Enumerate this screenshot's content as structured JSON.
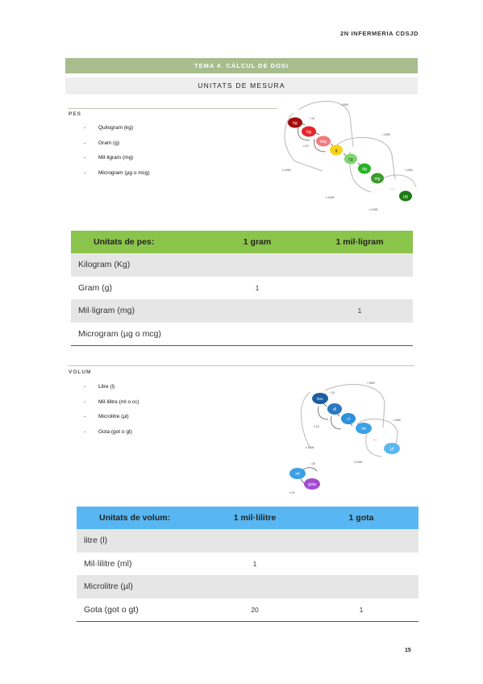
{
  "header": {
    "course": "2N INFERMERIA CDSJD"
  },
  "topic": {
    "title": "TEMA 4. CÀLCUL DE DOSI"
  },
  "units": {
    "title": "UNITATS DE MESURA"
  },
  "mass": {
    "label": "PES",
    "items": [
      "Quilogram (kg)",
      "Gram (g)",
      "Mil·ligram (mg)",
      "Microgram (µg o mcg)"
    ],
    "diagram": {
      "nodes": [
        "kg",
        "hg",
        "dag",
        "g",
        "cg",
        "dg",
        "mg",
        "...",
        "µg"
      ],
      "labels": {
        "div10": "/ 10",
        "times10": "x 10",
        "div1000": "/ 1000",
        "times1000": "x 1000"
      },
      "colors": {
        "kg": "#a30c0c",
        "hg": "#e8262b",
        "dag": "#f07b7b",
        "g": "#f6d21c",
        "cg": "#7fd66a",
        "dg": "#27b324",
        "mg": "#3d9a2e",
        "ug": "#1f7a12"
      }
    },
    "table": {
      "headers": [
        "Unitats de pes:",
        "1 gram",
        "1 mil·ligram"
      ],
      "rows": [
        {
          "label": "Kilogram (Kg)",
          "c1": "",
          "c2": ""
        },
        {
          "label": "Gram (g)",
          "c1": "1",
          "c2": ""
        },
        {
          "label": "Mil·ligram (mg)",
          "c1": "",
          "c2": "1"
        },
        {
          "label": "Microgram (µg o mcg)",
          "c1": "",
          "c2": ""
        }
      ],
      "header_color": "#8bc44a"
    }
  },
  "volume": {
    "label": "VOLUM",
    "items": [
      "Litre (l)",
      "Mil·lilitre (ml o cc)",
      "Microlitre (µl)",
      "Gota (got o gt)"
    ],
    "diagram": {
      "nodes": [
        "litre",
        "dl",
        "cl",
        "ml",
        "...",
        "µl"
      ],
      "small_nodes": [
        "ml",
        "gota"
      ],
      "labels": {
        "div10": "/ 10",
        "times10": "x 10",
        "div1000": "/ 1000",
        "times1000": "x 1000",
        "div20": "/ 20",
        "times20": "x 20"
      },
      "colors": {
        "litre": "#1c5f9e",
        "dl": "#2a78c2",
        "cl": "#2f8fd8",
        "ml": "#3da0e6",
        "ul": "#5ab8f0",
        "gota": "#a24bd0"
      }
    },
    "table": {
      "headers": [
        "Unitats de volum:",
        "1 mil·lilitre",
        "1 gota"
      ],
      "rows": [
        {
          "label": "litre (l)",
          "c1": "",
          "c2": ""
        },
        {
          "label": "Mil·lilitre (ml)",
          "c1": "1",
          "c2": ""
        },
        {
          "label": "Microlitre (µl)",
          "c1": "",
          "c2": ""
        },
        {
          "label": "Gota (got o gt)",
          "c1": "20",
          "c2": "1"
        }
      ],
      "header_color": "#58b7f2"
    }
  },
  "footer": {
    "page_number": "15"
  }
}
